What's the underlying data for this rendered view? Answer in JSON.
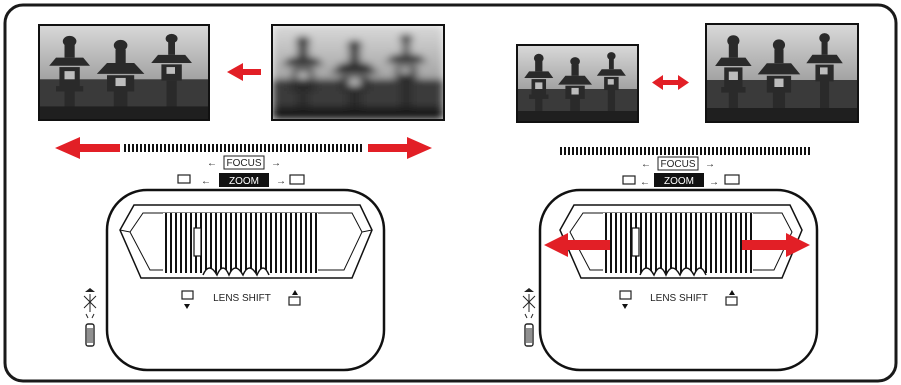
{
  "left_panel": {
    "ring_labels": {
      "focus": "FOCUS",
      "zoom": "ZOOM",
      "focus_left_arrow": "←",
      "focus_right_arrow": "→",
      "zoom_left_arrow": "←",
      "zoom_right_arrow": "→"
    },
    "lens_shift_label": "LENS SHIFT"
  },
  "right_panel": {
    "ring_labels": {
      "focus": "FOCUS",
      "zoom": "ZOOM",
      "focus_left_arrow": "←",
      "focus_right_arrow": "→",
      "zoom_left_arrow": "←",
      "zoom_right_arrow": "→"
    },
    "lens_shift_label": "LENS SHIFT"
  },
  "colors": {
    "arrow_red": "#e21f26",
    "frame": "#1a1a1a",
    "zoom_badge": "#111111"
  },
  "icons": [
    "sharp-image-icon",
    "blurred-image-icon",
    "small-image-icon",
    "large-image-icon",
    "focus-ring-icon",
    "lens-icon",
    "shift-control-icon"
  ]
}
